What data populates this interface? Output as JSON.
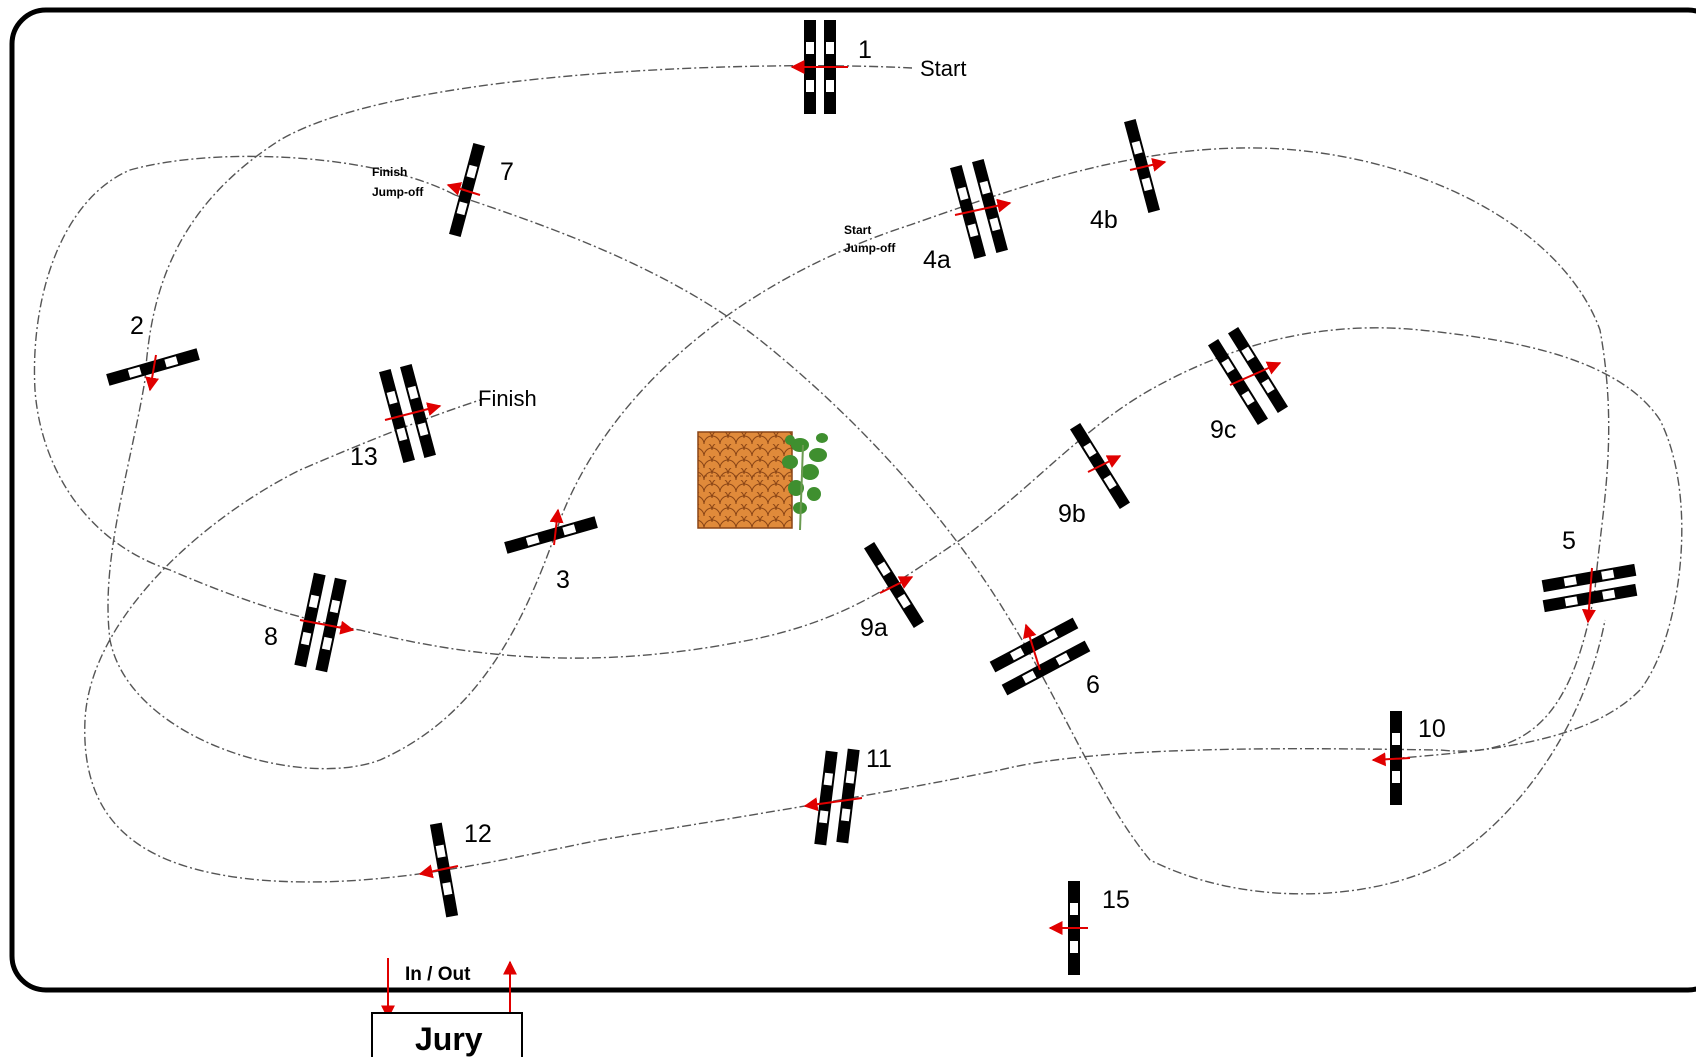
{
  "labels": {
    "start": "Start",
    "finish": "Finish",
    "finish_jumpoff_1": "Finish",
    "finish_jumpoff_2": "Jump-off",
    "start_jumpoff_1": "Start",
    "start_jumpoff_2": "Jump-off",
    "in_out": "In / Out",
    "jury": "Jury"
  },
  "obstacles": [
    {
      "id": "1",
      "label": "1"
    },
    {
      "id": "2",
      "label": "2"
    },
    {
      "id": "3",
      "label": "3"
    },
    {
      "id": "4a",
      "label": "4a"
    },
    {
      "id": "4b",
      "label": "4b"
    },
    {
      "id": "5",
      "label": "5"
    },
    {
      "id": "6",
      "label": "6"
    },
    {
      "id": "7",
      "label": "7"
    },
    {
      "id": "8",
      "label": "8"
    },
    {
      "id": "9a",
      "label": "9a"
    },
    {
      "id": "9b",
      "label": "9b"
    },
    {
      "id": "9c",
      "label": "9c"
    },
    {
      "id": "10",
      "label": "10"
    },
    {
      "id": "11",
      "label": "11"
    },
    {
      "id": "12",
      "label": "12"
    },
    {
      "id": "13",
      "label": "13"
    },
    {
      "id": "15",
      "label": "15"
    }
  ],
  "colors": {
    "arena_border": "#000000",
    "route_line": "#555555",
    "direction_arrow": "#e00000",
    "pole_dark": "#000000",
    "pole_light": "#ffffff",
    "water_jump": "#d9782a",
    "bush": "#3f8f2f"
  }
}
